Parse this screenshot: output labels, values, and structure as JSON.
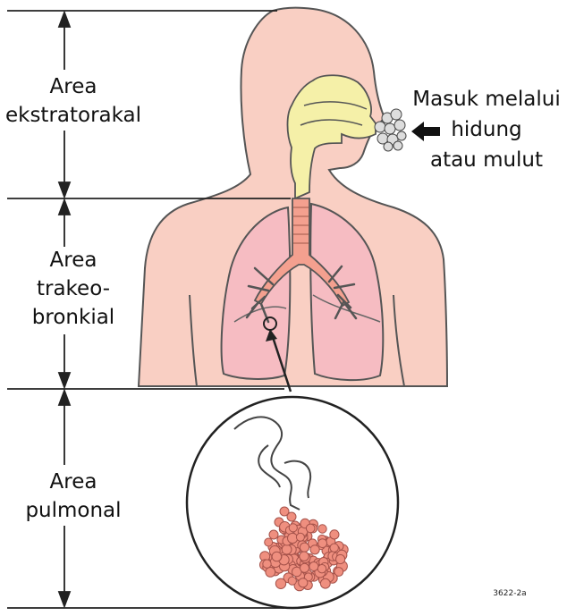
{
  "regions": {
    "extrathoracic": {
      "line1": "Area",
      "line2": "ekstratorakal"
    },
    "tracheobronchial": {
      "line1": "Area",
      "line2": "trakeo-",
      "line3": "bronkial"
    },
    "pulmonary": {
      "line1": "Area",
      "line2": "pulmonal"
    }
  },
  "entry": {
    "line1": "Masuk melalui",
    "line2": "hidung",
    "line3": "atau mulut"
  },
  "figure_code": "3622-2a",
  "colors": {
    "skin": "#f9cfc3",
    "skin_outline": "#555555",
    "airway": "#f5f0a8",
    "trachea": "#f4a08f",
    "lung": "#f6bcc2",
    "alveoli": "#ef8f7f",
    "line": "#222222"
  },
  "icons": [
    "arrow-left-icon",
    "particle-cloud-icon",
    "double-arrow-icon"
  ]
}
